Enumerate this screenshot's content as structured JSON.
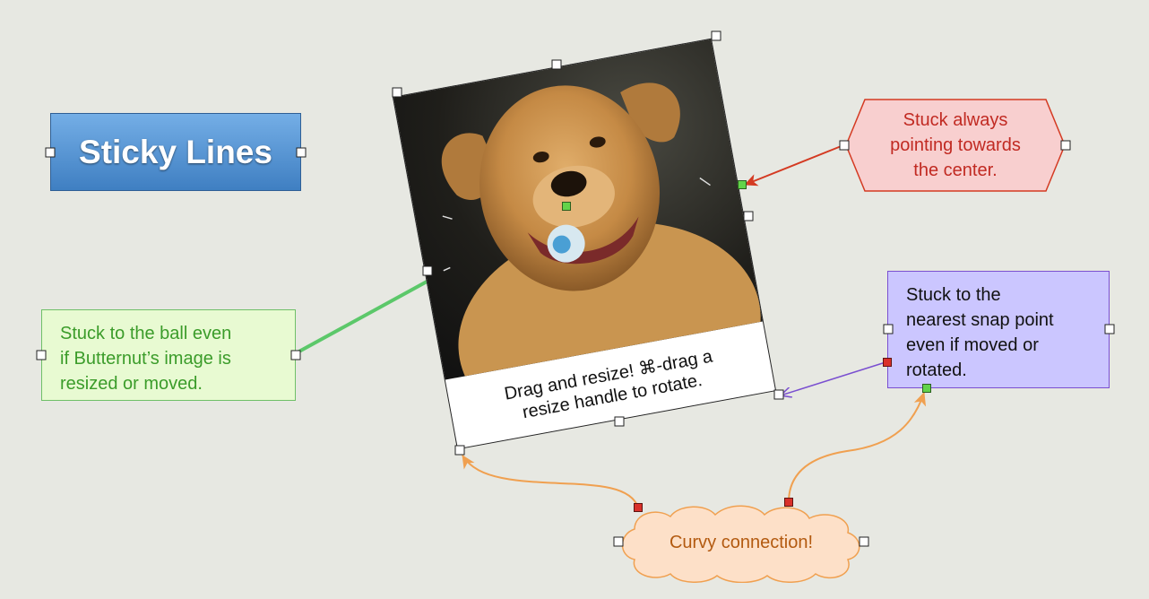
{
  "title": {
    "label": "Sticky Lines"
  },
  "photo": {
    "caption_line1": "Drag and resize! ⌘-drag a",
    "caption_line2": "resize handle to rotate.",
    "subject": "golden-retriever-with-ball"
  },
  "callouts": {
    "red": {
      "line1": "Stuck always",
      "line2": "pointing towards",
      "line3": "the center."
    },
    "purple": {
      "line1": "Stuck to the",
      "line2": "nearest snap point",
      "line3": "even if moved or",
      "line4": "rotated."
    },
    "green": {
      "line1": "Stuck to the ball even",
      "line2": "if Butternut’s image is",
      "line3": "resized or moved."
    },
    "cloud": {
      "label": "Curvy connection!"
    }
  },
  "colors": {
    "background": "#e7e8e2",
    "title_fill": "#5a97d6",
    "red_line": "#d43a22",
    "red_fill": "#f8cfcf",
    "purple_line": "#7a4fd0",
    "purple_fill": "#cbc6ff",
    "green_line": "#5cc86a",
    "green_fill": "#e8fad2",
    "orange_line": "#f0a050",
    "cloud_fill": "#fde0c8"
  }
}
